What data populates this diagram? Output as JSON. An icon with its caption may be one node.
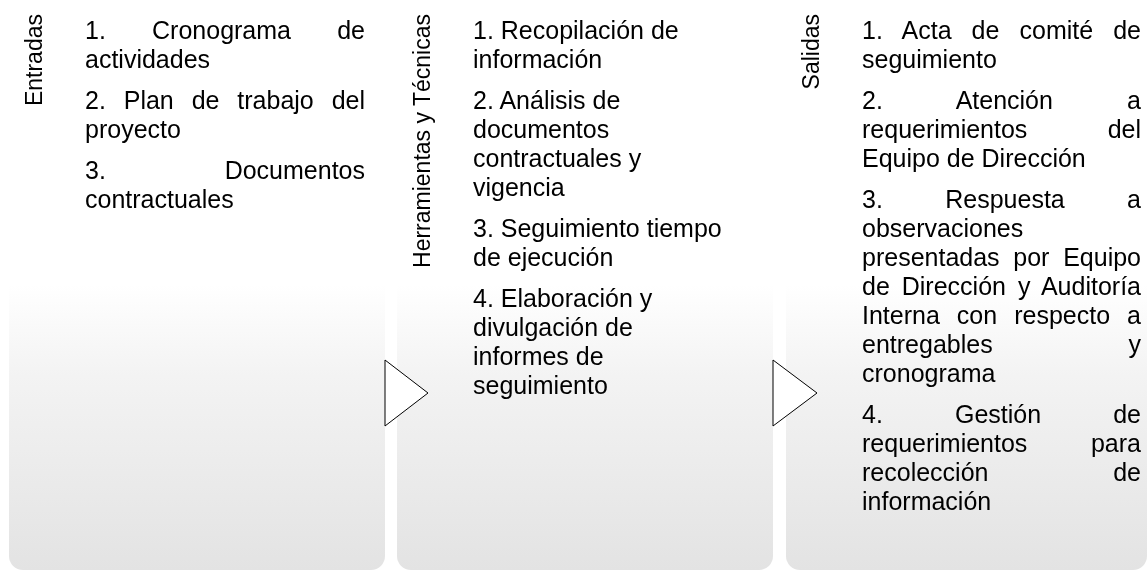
{
  "diagram": {
    "nodes": [
      {
        "text": [
          "Entradas",
          "1. Cronograma de actividades",
          "2. Plan de trabajo del proyecto",
          "3. Documentos contractuales"
        ]
      },
      {
        "text": [
          "Herramientas y Técnicas",
          "1. Recopilación de información",
          "2. Análisis de documentos contractuales y vigencia",
          "3. Seguimiento tiempo de ejecución",
          "4. Elaboración y divulgación de informes de seguimiento"
        ]
      },
      {
        "text": [
          "Salidas",
          "1. Acta de comité de seguimiento",
          "2. Atención a requerimientos del Equipo de Dirección",
          "3. Respuesta a observaciones presentadas por Equipo de Dirección y Auditoría Interna con respecto a entregables y cronograma",
          "4. Gestión de requerimientos para recolección de información"
        ]
      }
    ],
    "edges": [
      {
        "from": 0,
        "to": 1,
        "arrow": "to"
      },
      {
        "from": 1,
        "to": 2,
        "arrow": "to"
      }
    ]
  }
}
